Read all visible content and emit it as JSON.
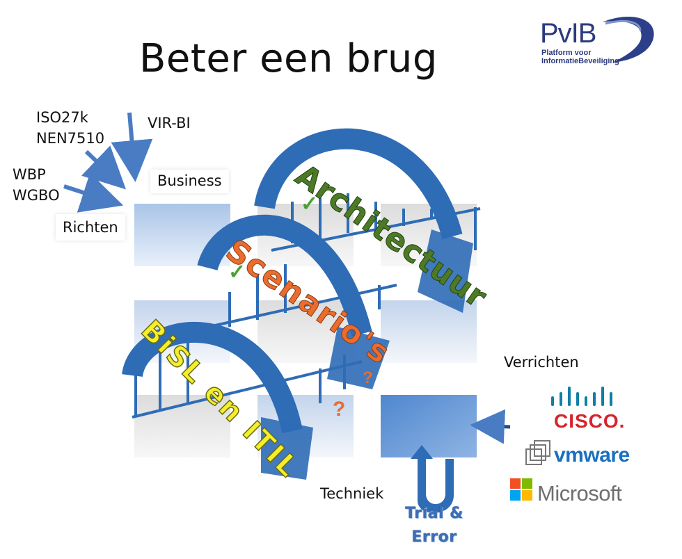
{
  "title": "Beter een brug",
  "logo": {
    "name": "PvIB",
    "line1": "Platform voor",
    "line2": "InformatieBeveiliging"
  },
  "inputs": {
    "iso": "ISO27k",
    "nen": "NEN7510",
    "vir": "VIR-BI",
    "wbp": "WBP",
    "wgbo": "WGBO"
  },
  "labels": {
    "business": "Business",
    "richten": "Richten",
    "verrichten": "Verrichten",
    "techniek": "Techniek",
    "trial1": "Trial &",
    "trial2": "Error"
  },
  "bridges": {
    "architectuur": "Architectuur",
    "scenarios": "Scenario's",
    "bisl": "BiSL en ITIL"
  },
  "vendors": {
    "cisco": "CISCO.",
    "vmware": "vmware",
    "microsoft": "Microsoft"
  },
  "marks": {
    "check": "✓",
    "question": "?"
  },
  "colors": {
    "accent": "#2f6cb6",
    "green": "#4c7a26",
    "orange": "#ea6c2e",
    "yellow": "#f4ef2a"
  }
}
